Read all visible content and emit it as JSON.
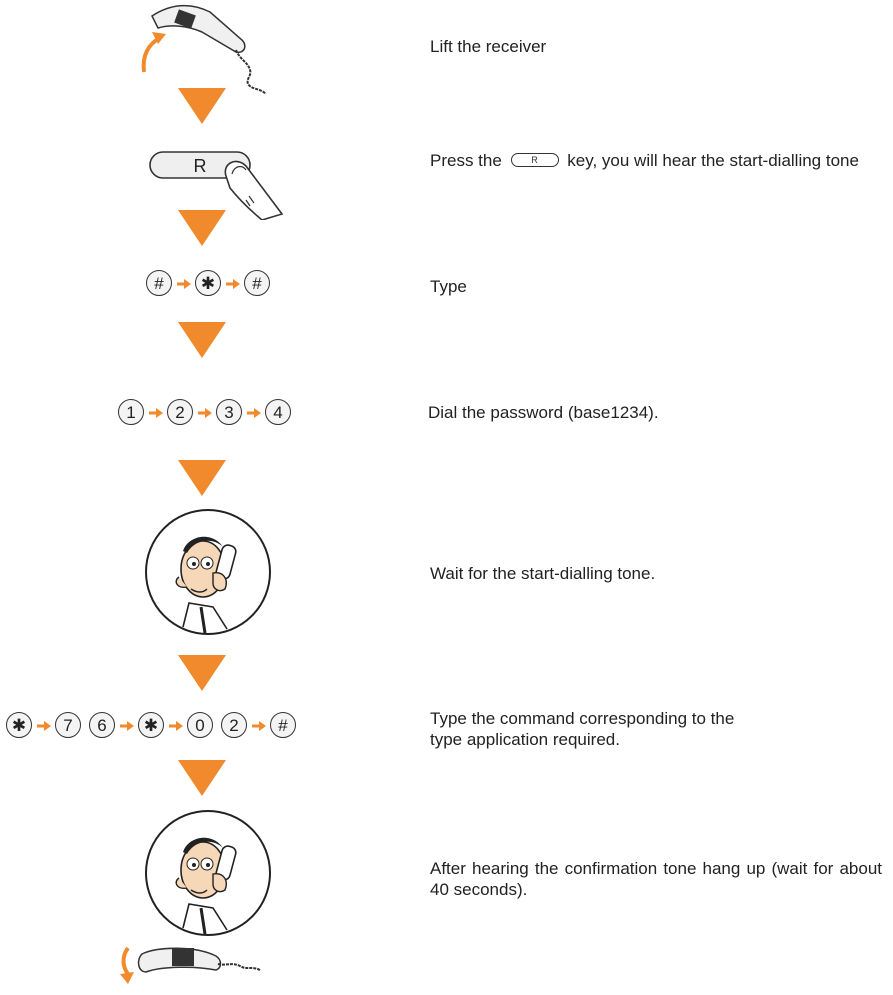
{
  "steps": [
    {
      "text": "Lift the receiver"
    },
    {
      "text_before": "Press the",
      "key": "R",
      "text_after": "key, you will hear the start-dialling tone"
    },
    {
      "text": "Type"
    },
    {
      "text": "Dial the password (base1234)."
    },
    {
      "text": "Wait for the start-dialling tone."
    },
    {
      "text": "Type the command corresponding to the type application required."
    },
    {
      "text": "After hearing the confirmation tone hang up (wait for about 40 seconds)."
    }
  ],
  "sequences": {
    "type_keys": [
      "#",
      "✱",
      "#"
    ],
    "password_keys": [
      "1",
      "2",
      "3",
      "4"
    ],
    "command_keys": [
      "✱",
      "7",
      "6",
      "✱",
      "0",
      "2",
      "#"
    ]
  },
  "big_key_label": "R",
  "icons": {
    "step_arrow": "down-triangle",
    "key_arrow": "right-arrow",
    "lift": "handset-lift-icon",
    "hang": "handset-hangup-icon",
    "person": "person-on-phone-icon"
  },
  "colors": {
    "accent": "#F08A2C",
    "line": "#333333",
    "text": "#222222"
  }
}
